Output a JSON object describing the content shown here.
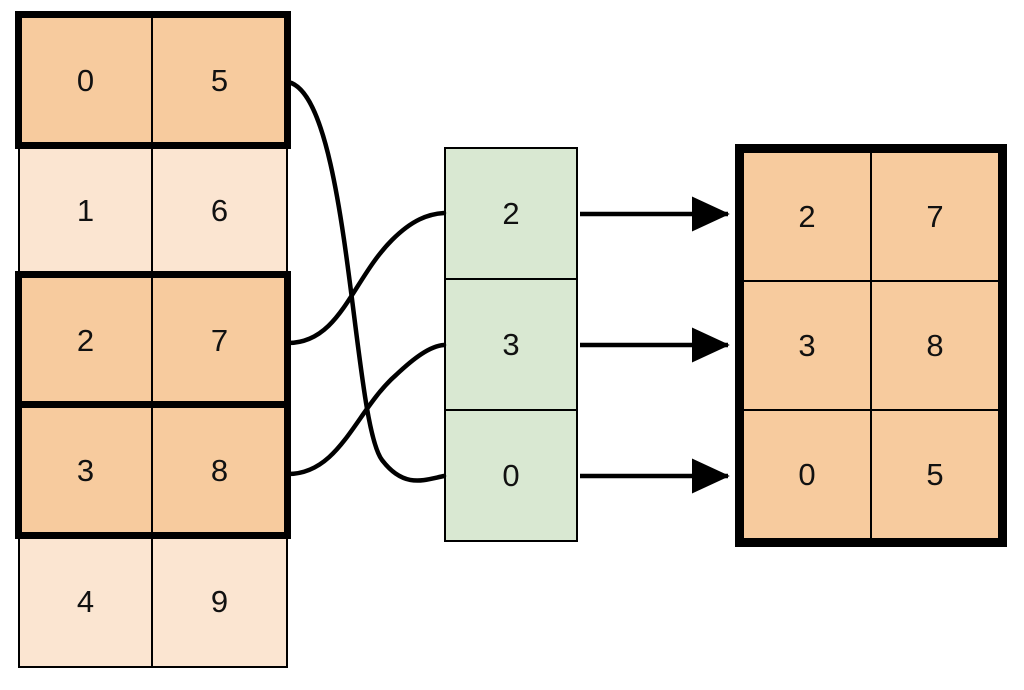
{
  "diagram": {
    "title": "array-gather-indexing-diagram",
    "colors": {
      "highlight_fill": "#F7CB9E",
      "normal_fill": "#FBE5D1",
      "index_fill": "#D9E8D2",
      "stroke": "#000000",
      "text": "#111111",
      "background": "#FFFFFF"
    },
    "source_table": {
      "name": "source-array",
      "rows": [
        {
          "id": "row-0",
          "cells": [
            "0",
            "5"
          ],
          "highlighted": true,
          "selected": true
        },
        {
          "id": "row-1",
          "cells": [
            "1",
            "6"
          ],
          "highlighted": false,
          "selected": false
        },
        {
          "id": "row-2",
          "cells": [
            "2",
            "7"
          ],
          "highlighted": true,
          "selected": true
        },
        {
          "id": "row-3",
          "cells": [
            "3",
            "8"
          ],
          "highlighted": true,
          "selected": true
        },
        {
          "id": "row-4",
          "cells": [
            "4",
            "9"
          ],
          "highlighted": false,
          "selected": false
        }
      ]
    },
    "index_column": {
      "name": "index-vector",
      "values": [
        "2",
        "3",
        "0"
      ]
    },
    "result_table": {
      "name": "result-array",
      "rows": [
        {
          "id": "result-row-0",
          "cells": [
            "2",
            "7"
          ]
        },
        {
          "id": "result-row-1",
          "cells": [
            "3",
            "8"
          ]
        },
        {
          "id": "result-row-2",
          "cells": [
            "0",
            "5"
          ]
        }
      ]
    },
    "connections": [
      {
        "name": "curve-source-row-0-to-index-2",
        "from_row": 0,
        "to_index": 2
      },
      {
        "name": "curve-source-row-2-to-index-0",
        "from_row": 2,
        "to_index": 0
      },
      {
        "name": "curve-source-row-3-to-index-1",
        "from_row": 3,
        "to_index": 1
      }
    ],
    "arrows": [
      {
        "name": "arrow-index-0-to-result-row-0",
        "from_index": 0,
        "to_result_row": 0
      },
      {
        "name": "arrow-index-1-to-result-row-1",
        "from_index": 1,
        "to_result_row": 1
      },
      {
        "name": "arrow-index-2-to-result-row-2",
        "from_index": 2,
        "to_result_row": 2
      }
    ]
  }
}
